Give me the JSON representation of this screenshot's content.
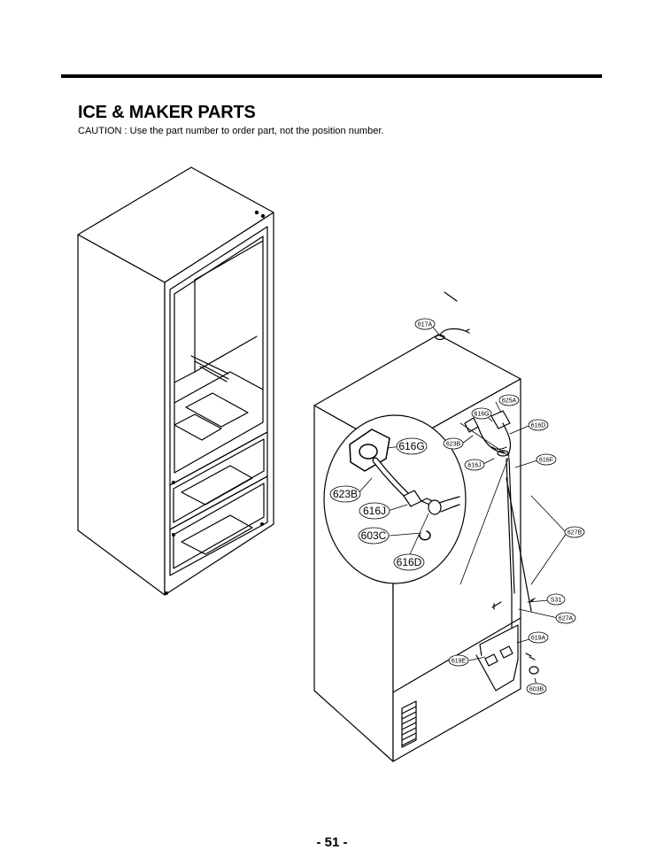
{
  "header": {
    "title": "ICE & MAKER PARTS",
    "caution": "CAUTION : Use the part number to order part, not the position number."
  },
  "footer": {
    "page_number": "- 51 -"
  },
  "callouts": {
    "p617A": "617A",
    "p625A": "625A",
    "p616G_small": "616G",
    "p616D_small": "616D",
    "p623B_small": "623B",
    "p616J_small": "616J",
    "p616F": "616F",
    "p627B": "627B",
    "pS31": "S31",
    "p627A": "627A",
    "p619A": "619A",
    "p619E": "619E",
    "p603B": "603B",
    "p616G_big": "616G",
    "p623B_big": "623B",
    "p616J_big": "616J",
    "p603C_big": "603C",
    "p616D_big": "616D"
  }
}
